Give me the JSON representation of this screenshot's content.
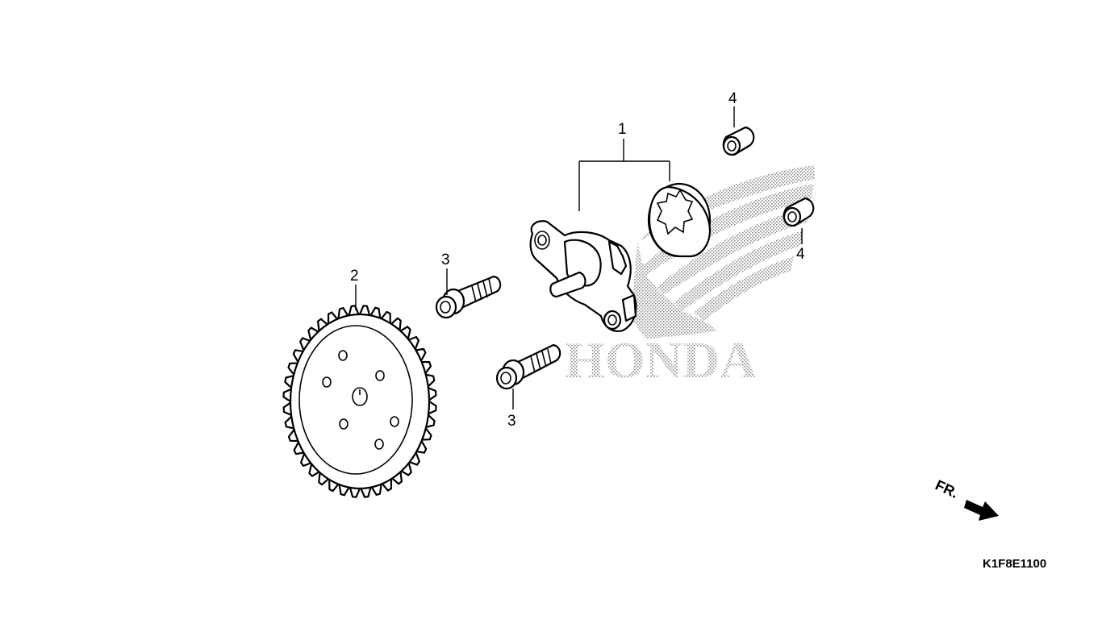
{
  "callouts": {
    "oil_pump_assy": "1",
    "driven_sprocket": "2",
    "flange_bolt_upper": "3",
    "flange_bolt_lower": "3",
    "dowel_pin_upper": "4",
    "dowel_pin_lower": "4"
  },
  "watermark": {
    "brand": "HONDA"
  },
  "direction": {
    "label": "FR."
  },
  "diagram_code": "K1F8E1100"
}
